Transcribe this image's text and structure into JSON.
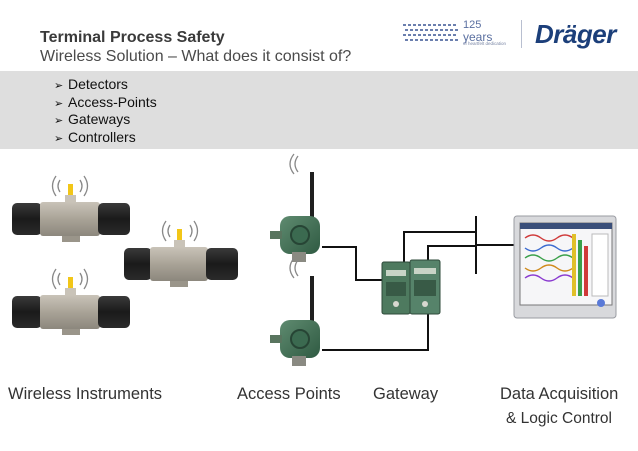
{
  "header": {
    "title": "Terminal Process Safety",
    "subtitle": "Wireless Solution – What does it consist of?"
  },
  "logo": {
    "anniversary_number": "125",
    "anniversary_word": "years",
    "anniversary_tagline": "of heartfelt dedication",
    "brand": "Dräger"
  },
  "bullets": [
    {
      "marker": "➢",
      "label": "Detectors"
    },
    {
      "marker": "➢",
      "label": "Access-Points"
    },
    {
      "marker": "➢",
      "label": "Gateways"
    },
    {
      "marker": "➢",
      "label": "Controllers"
    }
  ],
  "captions": {
    "wireless_instruments": "Wireless Instruments",
    "access_points": "Access Points",
    "gateway": "Gateway",
    "data_acquisition": "Data Acquisition",
    "logic_control": "& Logic Control"
  },
  "colors": {
    "brand_blue": "#1c3f7a",
    "band_gray": "#dedede",
    "antenna_yellow": "#f2c618",
    "device_green": "#4e7a5f",
    "wire": "#111111"
  },
  "icons": [
    "wireless-signal-icon",
    "gas-detector-icon",
    "access-point-icon",
    "gateway-icon",
    "data-recorder-icon"
  ]
}
